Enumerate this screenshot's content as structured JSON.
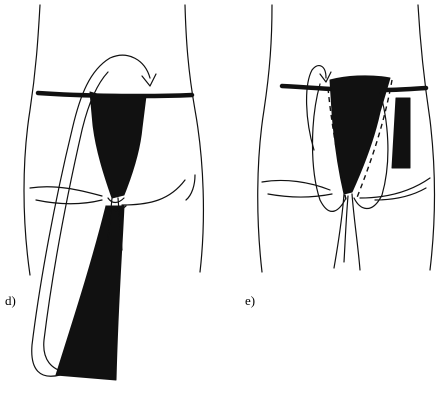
{
  "panels": [
    {
      "id": "d",
      "label": "d)"
    },
    {
      "id": "e",
      "label": "e)"
    }
  ],
  "colors": {
    "ink": "#111111",
    "background": "#ffffff"
  }
}
